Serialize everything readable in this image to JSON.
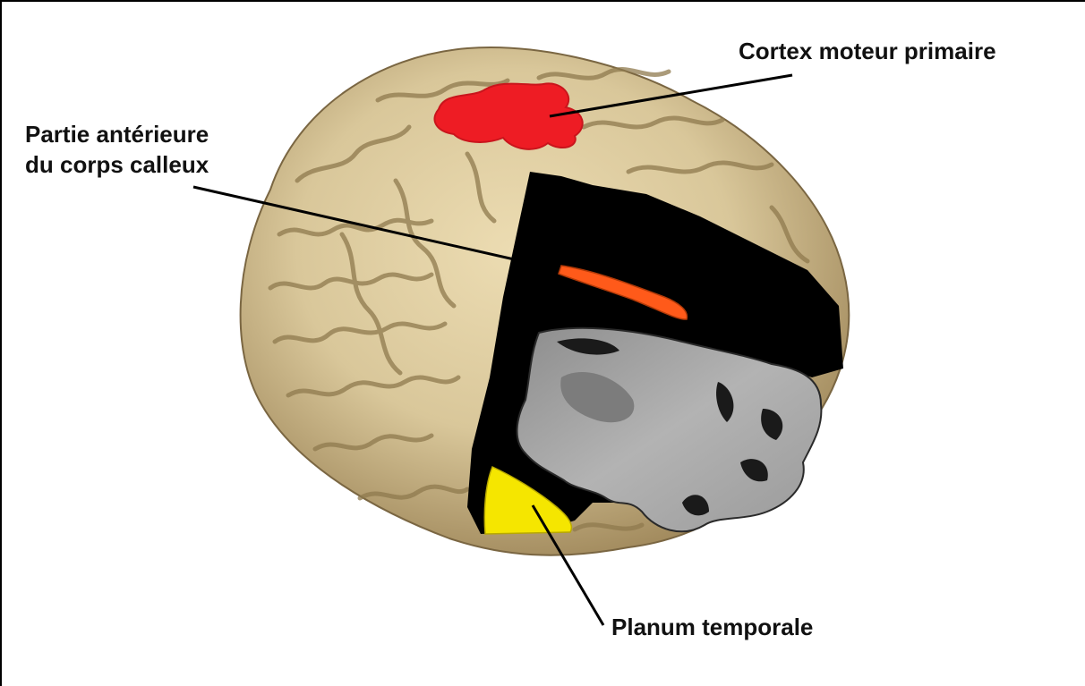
{
  "labels": {
    "cortex_moteur": "Cortex moteur primaire",
    "corps_calleux_line1": "Partie antérieure",
    "corps_calleux_line2": "du corps calleux",
    "planum": "Planum temporale"
  },
  "colors": {
    "brain_surface": "#d9c79a",
    "brain_shadow": "#8a744a",
    "motor_cortex": "#ee1c24",
    "corpus_callosum": "#ff5a1a",
    "planum_temporale": "#f5e600",
    "slice_black": "#000000",
    "mri_gray": "#a6a6a6"
  }
}
